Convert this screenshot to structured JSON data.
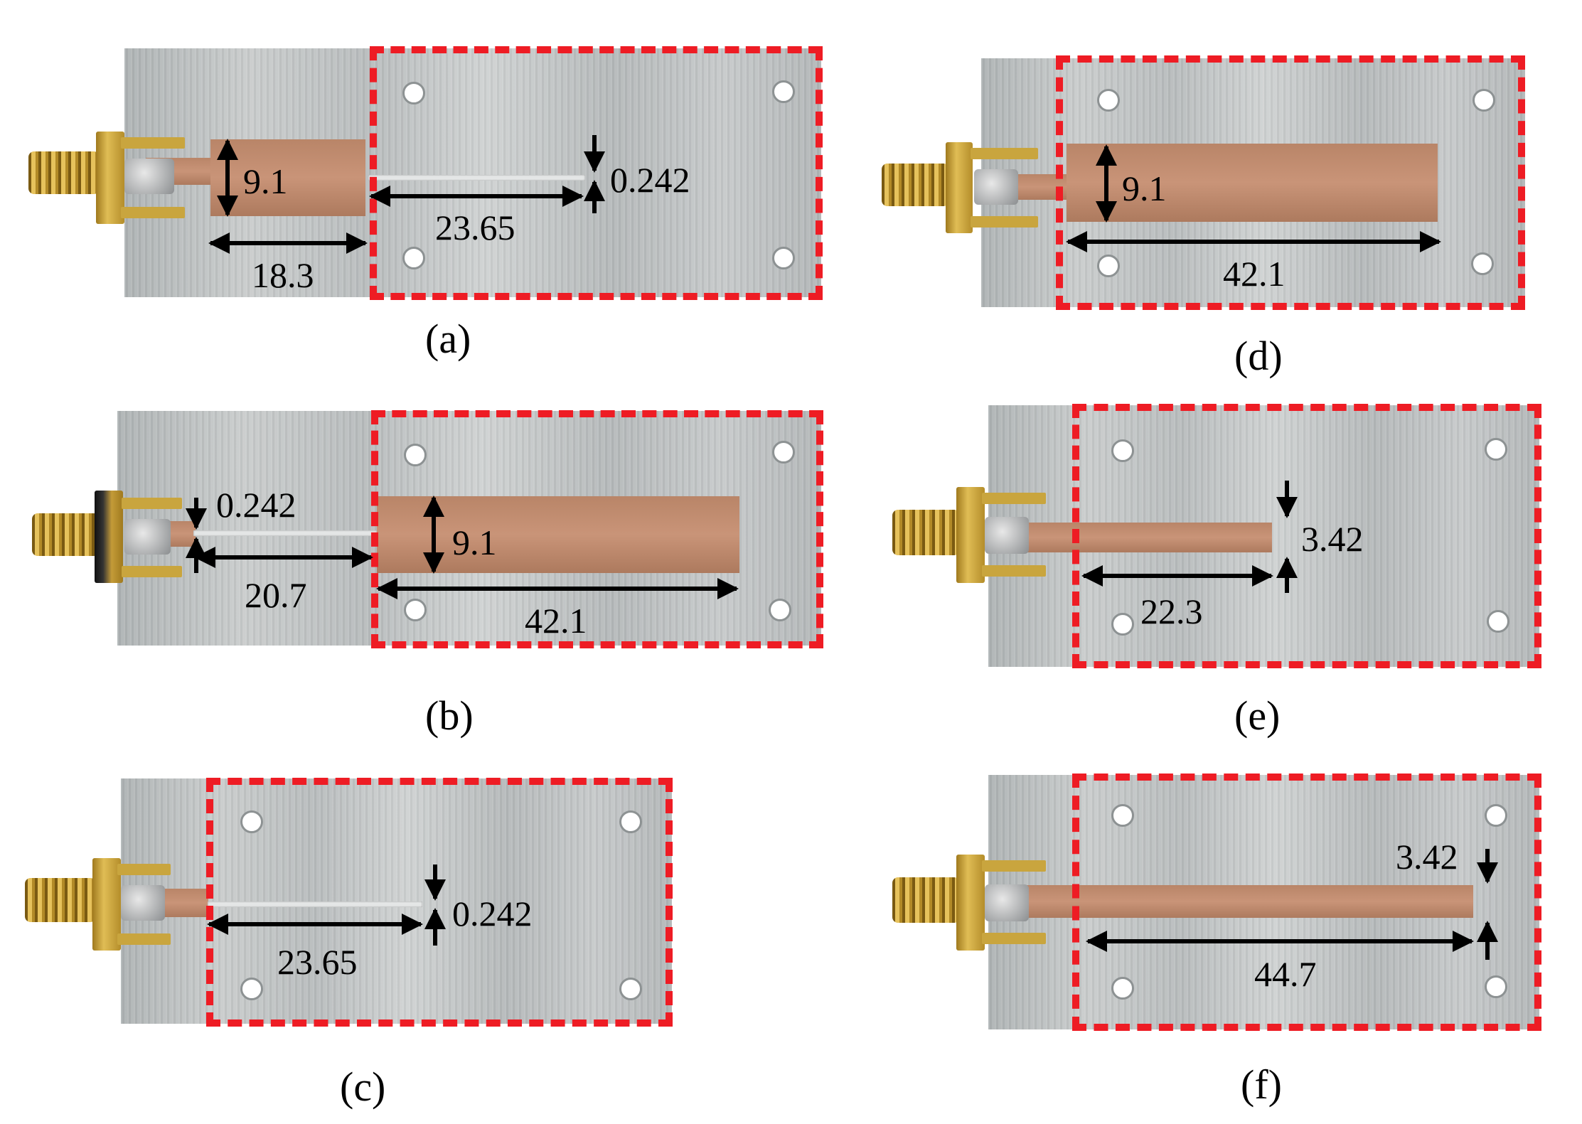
{
  "panels": {
    "a": {
      "caption": "(a)",
      "dim_width": "9.1",
      "dim_gap": "0.242",
      "dim_slot": "23.65",
      "dim_patch": "18.3"
    },
    "b": {
      "caption": "(b)",
      "dim_gap": "0.242",
      "dim_width": "9.1",
      "dim_feed": "20.7",
      "dim_patch": "42.1"
    },
    "c": {
      "caption": "(c)",
      "dim_gap": "0.242",
      "dim_slot": "23.65"
    },
    "d": {
      "caption": "(d)",
      "dim_width": "9.1",
      "dim_patch": "42.1"
    },
    "e": {
      "caption": "(e)",
      "dim_width": "3.42",
      "dim_length": "22.3"
    },
    "f": {
      "caption": "(f)",
      "dim_width": "3.42",
      "dim_length": "44.7"
    }
  },
  "colors": {
    "highlight_box": "#ee1c24",
    "copper": "#c08a6c",
    "board": "#c0c4c5",
    "annotation": "#000000"
  }
}
